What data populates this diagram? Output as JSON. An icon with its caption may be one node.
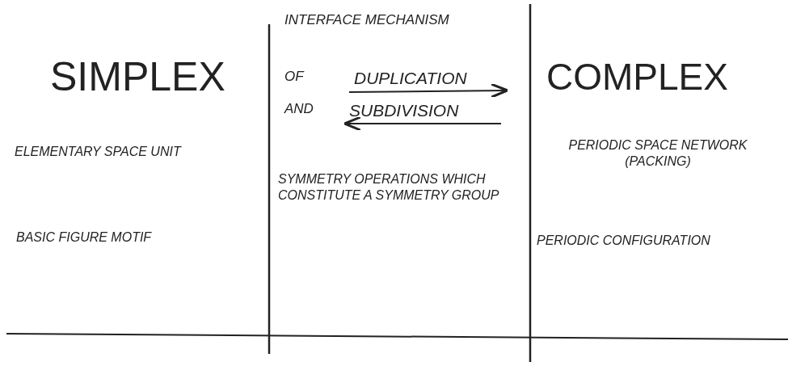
{
  "diagram": {
    "labels": [
      "SIMPLEX",
      "INTERFACE MECHANISM",
      "OF",
      "DUPLICATION",
      "AND",
      "SUBDIVISION",
      "COMPLEX",
      "ELEMENTARY SPACE UNIT",
      "SYMMETRY OPERATIONS WHICH CONSTITUTE A SYMMETRY GROUP",
      "PERIODIC SPACE NETWORK (PACKING)",
      "BASIC FIGURE MOTIF",
      "PERIODIC CONFIGURATION"
    ]
  }
}
